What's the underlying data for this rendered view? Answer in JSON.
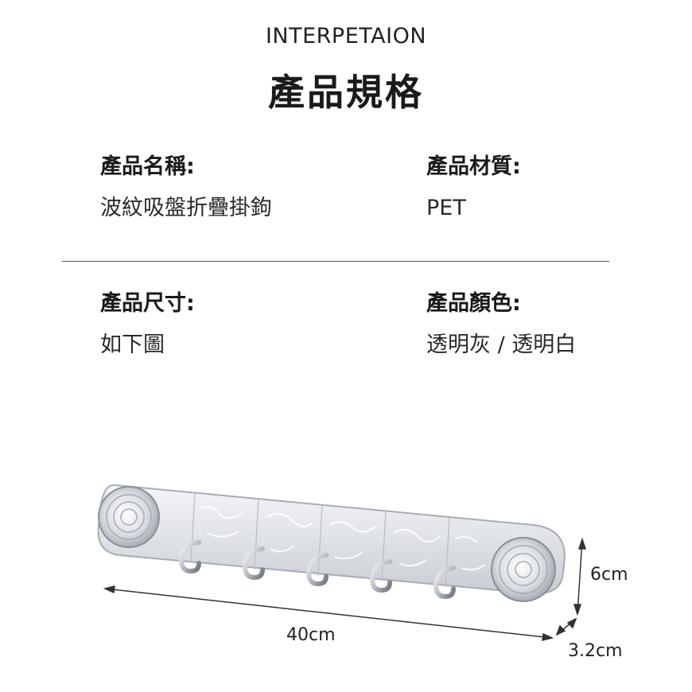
{
  "header": {
    "subtitle": "INTERPETAION",
    "title": "產品規格"
  },
  "specs": {
    "name": {
      "label": "產品名稱:",
      "value": "波紋吸盤折疊掛鉤"
    },
    "material": {
      "label": "產品材質:",
      "value": "PET"
    },
    "size": {
      "label": "產品尺寸:",
      "value": "如下圖"
    },
    "color": {
      "label": "產品顏色:",
      "value": "透明灰 / 透明白"
    }
  },
  "dimensions": {
    "length": "40cm",
    "height": "6cm",
    "depth": "3.2cm"
  },
  "product": {
    "hook_count": 5
  }
}
